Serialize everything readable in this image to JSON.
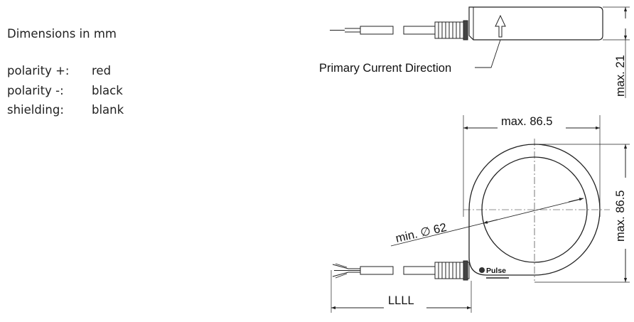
{
  "legend": {
    "title": "Dimensions in mm",
    "rows": [
      {
        "key": "polarity +:",
        "value": "red"
      },
      {
        "key": "polarity -:",
        "value": "black"
      },
      {
        "key": "shielding:",
        "value": "blank"
      }
    ]
  },
  "drawing": {
    "side_view": {
      "label": "Primary Current Direction",
      "height_dim": "max. 21"
    },
    "top_view": {
      "width_dim": "max. 86.5",
      "height_dim": "max. 86.5",
      "inner_dia": "min. ∅ 62",
      "brand": "Pulse",
      "cable_dim": "LLLL"
    }
  }
}
